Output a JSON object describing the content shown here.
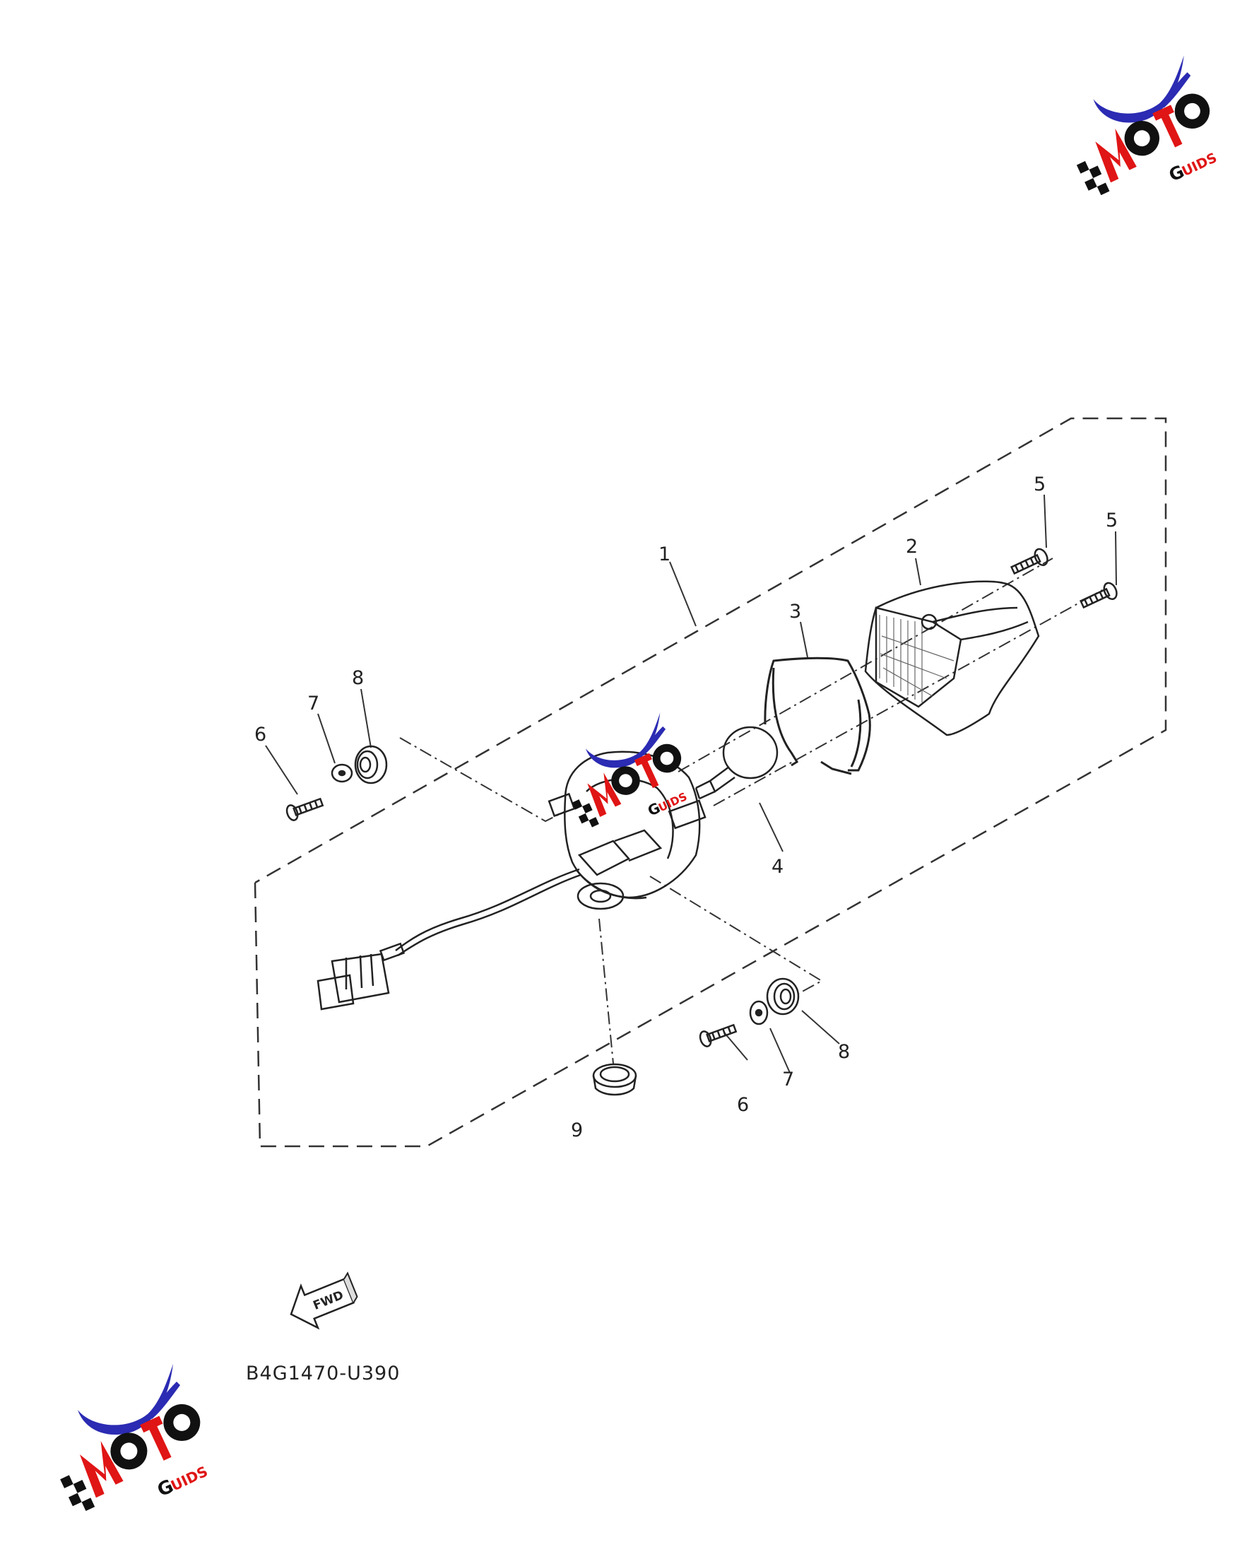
{
  "diagram": {
    "callouts": {
      "c1": "1",
      "c2": "2",
      "c3": "3",
      "c4": "4",
      "c5a": "5",
      "c5b": "5",
      "c6a": "6",
      "c6b": "6",
      "c7a": "7",
      "c7b": "7",
      "c8a": "8",
      "c8b": "8",
      "c9": "9"
    },
    "fwd_label": "FWD",
    "diagram_code": "B4G1470-U390"
  },
  "watermark": {
    "brand_letters": [
      "M",
      "O",
      "T",
      "O"
    ],
    "brand_suffix": "UIDS",
    "brand_initial": "G",
    "colors": {
      "swoosh": "#2b2bb3",
      "red": "#e01515",
      "black": "#111111"
    }
  }
}
